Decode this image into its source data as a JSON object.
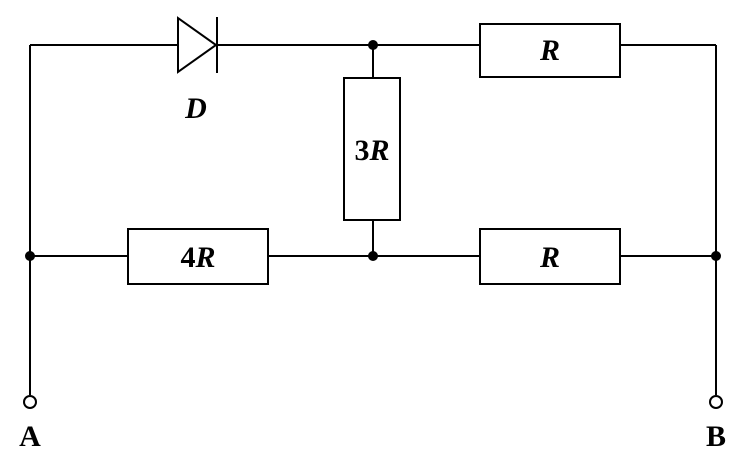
{
  "diagram": {
    "diode": {
      "label": "D"
    },
    "resistors": {
      "top_right": {
        "coef": "",
        "symbol": "R"
      },
      "vertical": {
        "coef": "3",
        "symbol": "R"
      },
      "bottom_left": {
        "coef": "4",
        "symbol": "R"
      },
      "bottom_right": {
        "coef": "",
        "symbol": "R"
      }
    },
    "terminals": {
      "a": "A",
      "b": "B"
    }
  }
}
